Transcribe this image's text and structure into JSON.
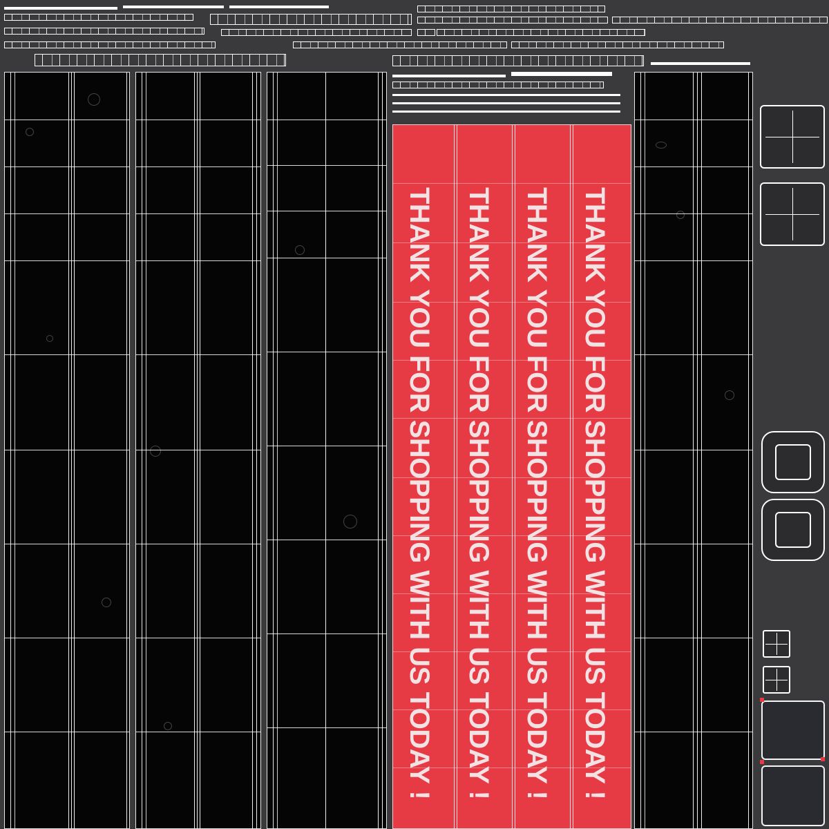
{
  "texture": {
    "label_texts": [
      "THANK YOU FOR SHOPPING WITH US TODAY !",
      "THANK YOU FOR SHOPPING WITH US TODAY !",
      "THANK YOU FOR SHOPPING WITH US TODAY !",
      "THANK YOU FOR SHOPPING WITH US TODAY !"
    ],
    "colors": {
      "background": "#3a3a3c",
      "panel": "#050505",
      "label_red": "#e63a45",
      "label_text": "#f3e2e4",
      "wireframe": "#ffffff"
    },
    "icons": [
      "wireframe-square-icon",
      "beveled-square-icon",
      "grid-square-icon"
    ]
  }
}
